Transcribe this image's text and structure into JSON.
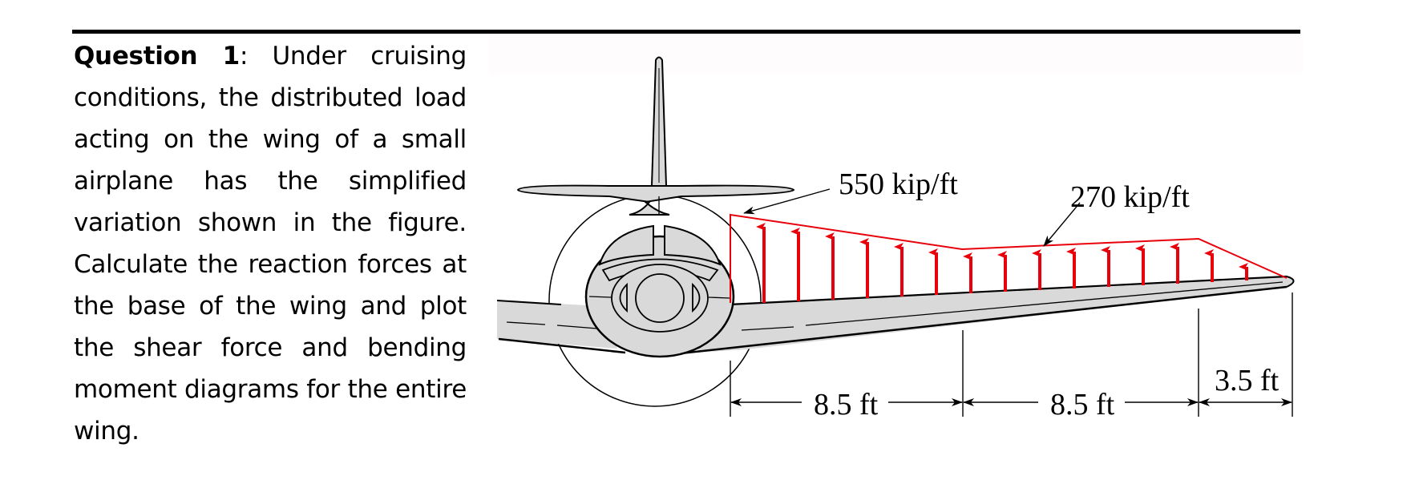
{
  "question": {
    "label": "Question 1",
    "separator": ":",
    "text": " Under cruising conditions, the distributed load acting on the wing of a small airplane has the simplified variation shown in the figure. Calculate the reaction forces at the base of the wing and plot the shear force and bending moment diagrams for the entire wing."
  },
  "figure": {
    "load_labels": {
      "peak": "550 kip/ft",
      "mid": "270 kip/ft"
    },
    "dimensions": {
      "seg1": "8.5 ft",
      "seg2": "8.5 ft",
      "seg3": "3.5 ft"
    },
    "colors": {
      "load": "#e8000b",
      "airplane_fill": "#d9d9d9",
      "outline": "#000000"
    }
  }
}
